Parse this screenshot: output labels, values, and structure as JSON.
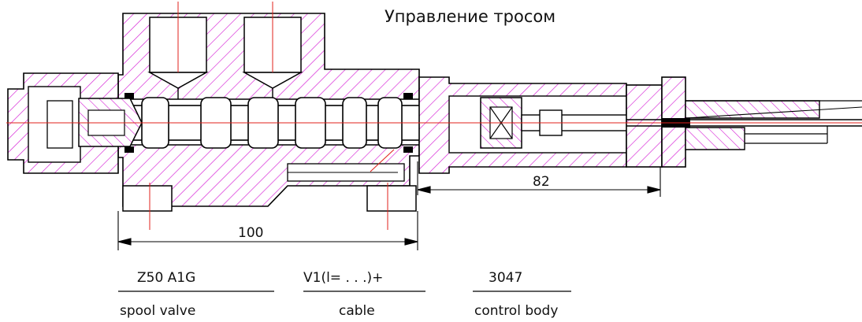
{
  "title": "Управление тросом",
  "dimensions": {
    "overall": "100",
    "cable": "82"
  },
  "parts": [
    {
      "code": "Z50  A1G",
      "description": "spool valve"
    },
    {
      "code": "V1(l=  .  .  .)+",
      "description": "cable"
    },
    {
      "code": "3047",
      "description": "control body"
    }
  ],
  "colors": {
    "outline": "#000000",
    "hatch": "#d61fd6",
    "centerline": "#e0201b",
    "text": "#111111"
  }
}
